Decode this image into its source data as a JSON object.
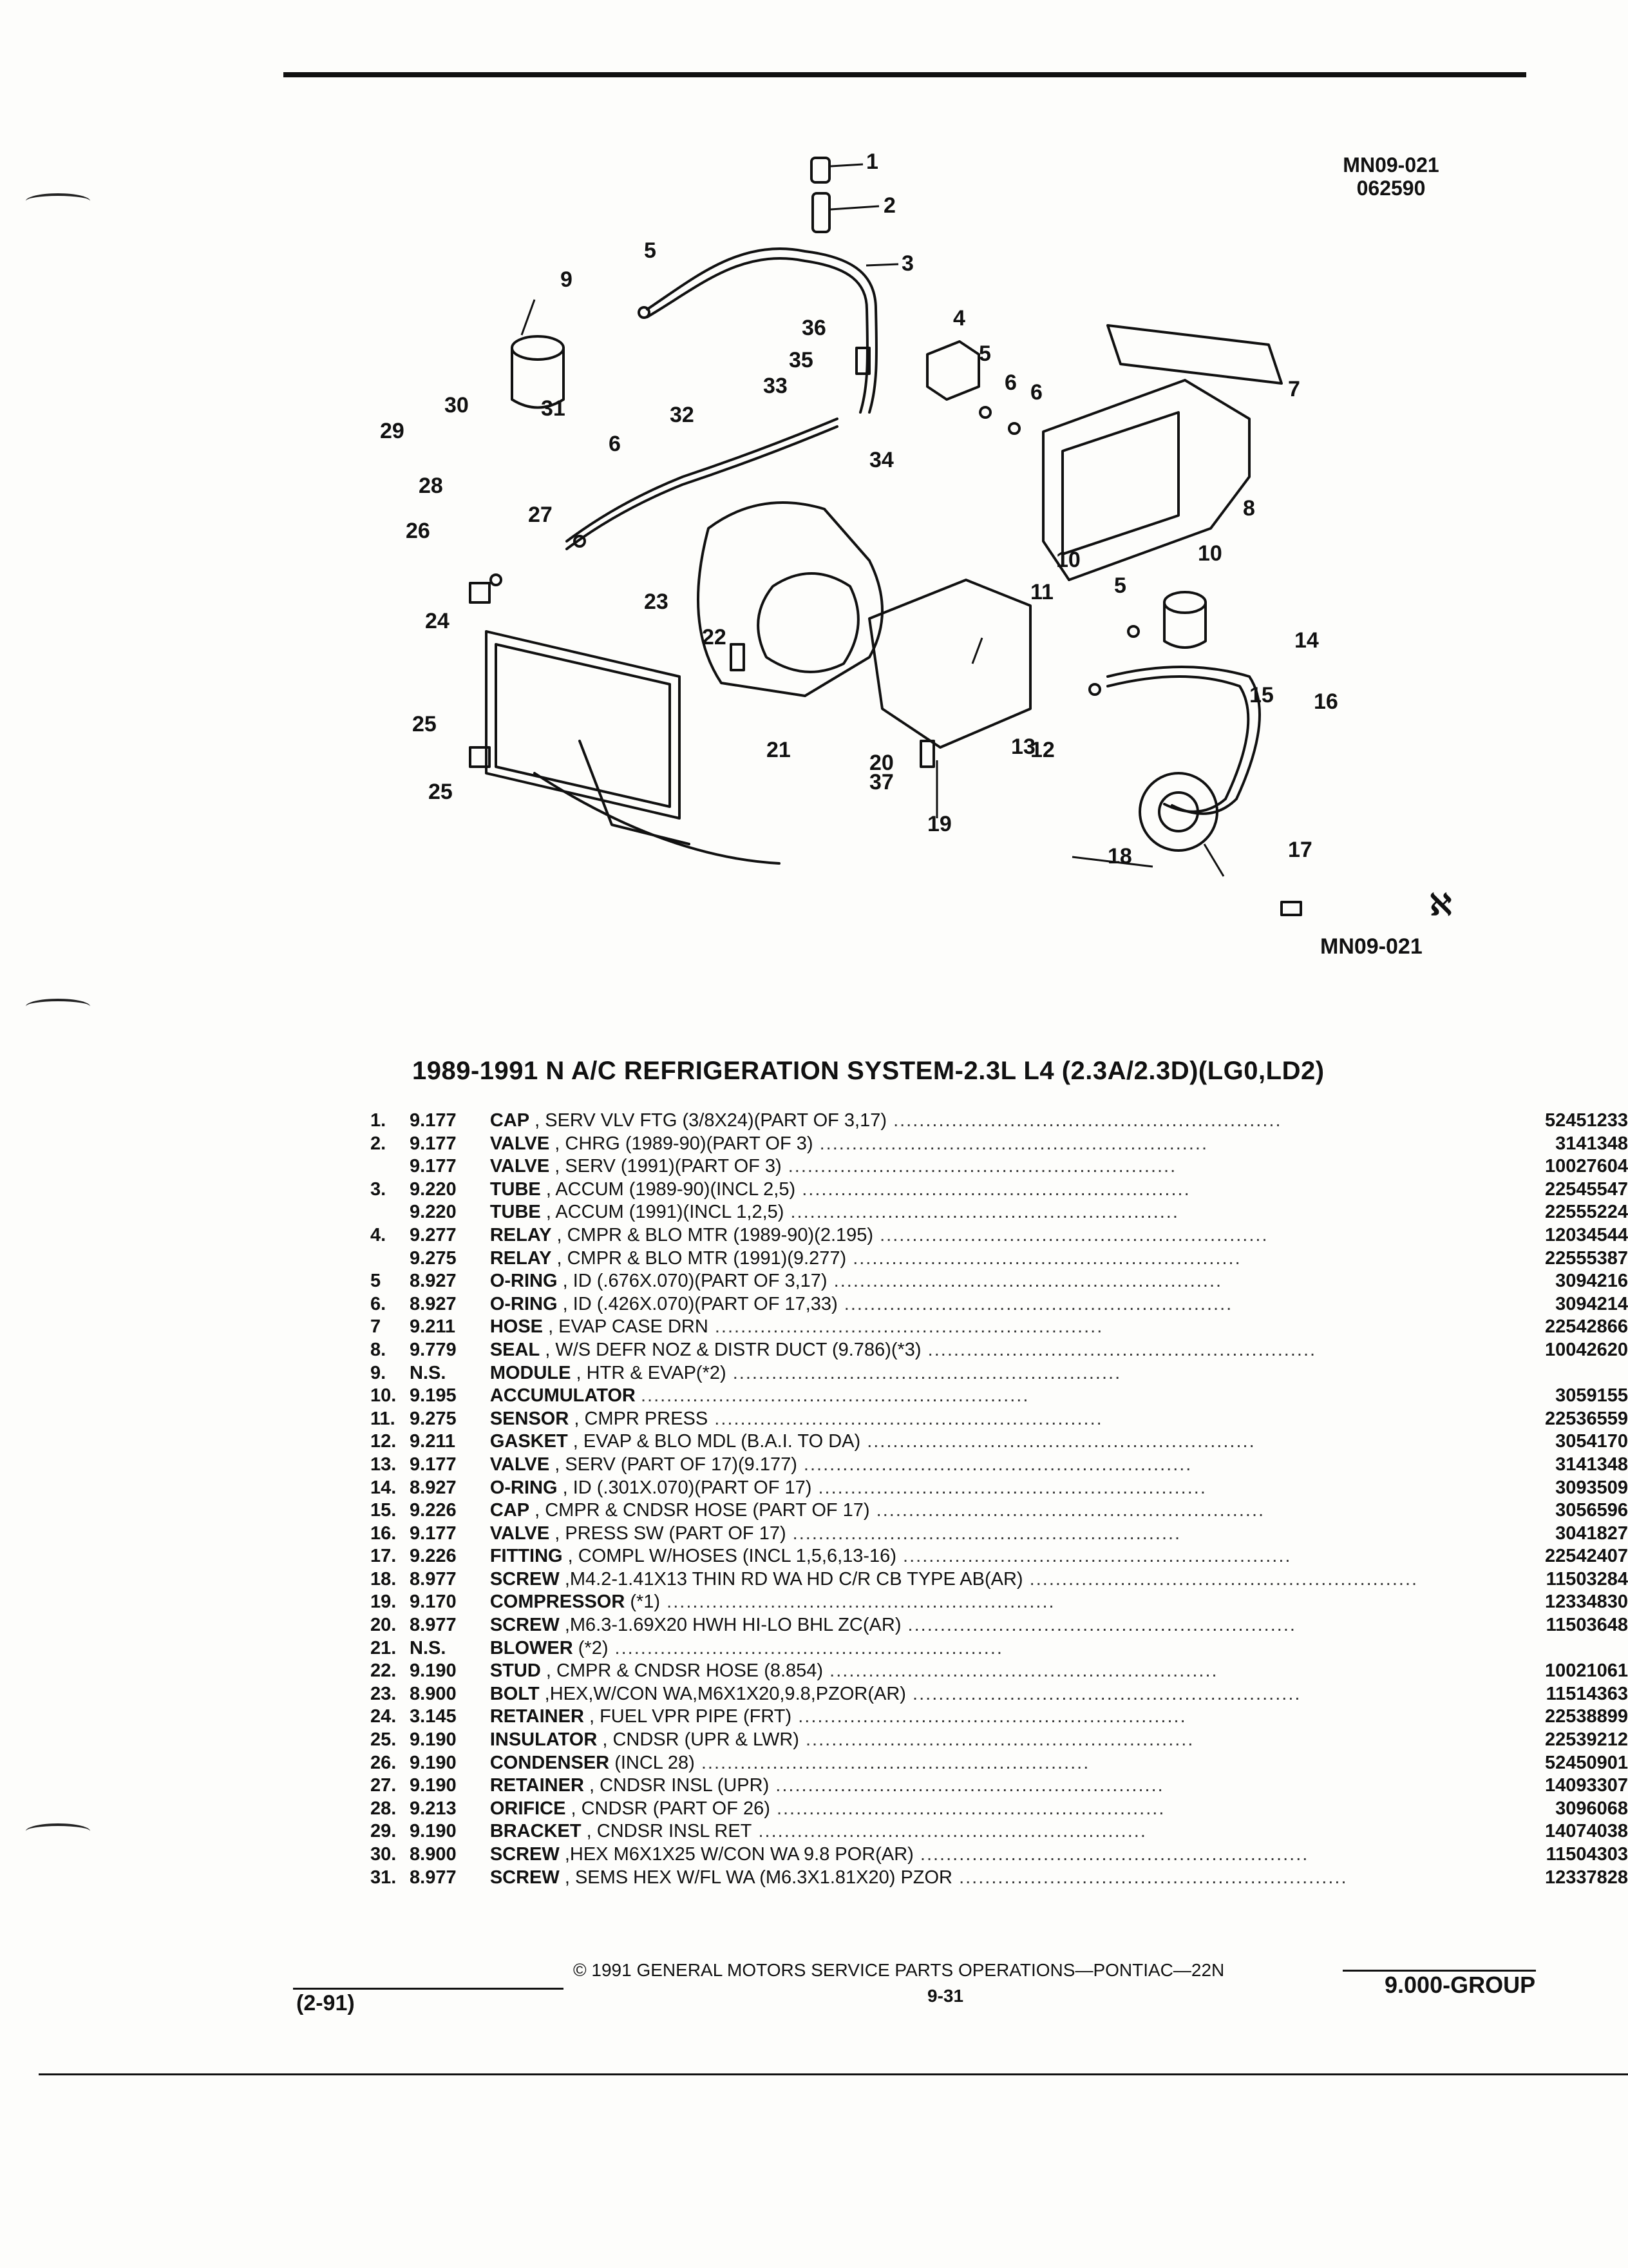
{
  "header": {
    "figure_code": "MN09-021",
    "figure_date": "062590"
  },
  "diagram": {
    "callouts": [
      "1",
      "2",
      "3",
      "4",
      "5",
      "5",
      "5",
      "6",
      "6",
      "6",
      "7",
      "8",
      "9",
      "10",
      "10",
      "11",
      "12",
      "13",
      "14",
      "15",
      "16",
      "17",
      "18",
      "19",
      "20",
      "21",
      "22",
      "23",
      "24",
      "25",
      "25",
      "26",
      "27",
      "28",
      "29",
      "30",
      "31",
      "32",
      "33",
      "34",
      "35",
      "36",
      "37",
      "1"
    ],
    "figure_label": "MN09-021"
  },
  "title": "1989-1991 N A/C REFRIGERATION SYSTEM-2.3L L4 (2.3A/2.3D)(LG0,LD2)",
  "parts": [
    {
      "num": "1.",
      "group": "9.177",
      "name": "CAP",
      "desc": ", SERV VLV FTG (3/8X24)(PART OF 3,17)",
      "pn": "52451233"
    },
    {
      "num": "2.",
      "group": "9.177",
      "name": "VALVE",
      "desc": ", CHRG (1989-90)(PART OF 3)",
      "pn": "3141348"
    },
    {
      "num": "",
      "group": "9.177",
      "name": "VALVE",
      "desc": ", SERV (1991)(PART OF 3)",
      "pn": "10027604"
    },
    {
      "num": "3.",
      "group": "9.220",
      "name": "TUBE",
      "desc": ", ACCUM (1989-90)(INCL 2,5)",
      "pn": "22545547"
    },
    {
      "num": "",
      "group": "9.220",
      "name": "TUBE",
      "desc": ", ACCUM (1991)(INCL 1,2,5)",
      "pn": "22555224"
    },
    {
      "num": "4.",
      "group": "9.277",
      "name": "RELAY",
      "desc": ", CMPR & BLO MTR (1989-90)(2.195)",
      "pn": "12034544"
    },
    {
      "num": "",
      "group": "9.275",
      "name": "RELAY",
      "desc": ", CMPR & BLO MTR (1991)(9.277)",
      "pn": "22555387"
    },
    {
      "num": "5",
      "group": "8.927",
      "name": "O-RING",
      "desc": ", ID (.676X.070)(PART OF 3,17)",
      "pn": "3094216"
    },
    {
      "num": "6.",
      "group": "8.927",
      "name": "O-RING",
      "desc": ", ID (.426X.070)(PART OF 17,33)",
      "pn": "3094214"
    },
    {
      "num": "7",
      "group": "9.211",
      "name": "HOSE",
      "desc": ", EVAP CASE DRN",
      "pn": "22542866"
    },
    {
      "num": "8.",
      "group": "9.779",
      "name": "SEAL",
      "desc": ", W/S DEFR NOZ & DISTR DUCT (9.786)(*3)",
      "pn": "10042620"
    },
    {
      "num": "9.",
      "group": "N.S.",
      "name": "MODULE",
      "desc": ", HTR & EVAP(*2)",
      "pn": ""
    },
    {
      "num": "10.",
      "group": "9.195",
      "name": "ACCUMULATOR",
      "desc": "",
      "pn": "3059155"
    },
    {
      "num": "11.",
      "group": "9.275",
      "name": "SENSOR",
      "desc": ", CMPR PRESS",
      "pn": "22536559"
    },
    {
      "num": "12.",
      "group": "9.211",
      "name": "GASKET",
      "desc": ", EVAP & BLO MDL (B.A.I. TO DA)",
      "pn": "3054170"
    },
    {
      "num": "13.",
      "group": "9.177",
      "name": "VALVE",
      "desc": ", SERV (PART OF 17)(9.177)",
      "pn": "3141348"
    },
    {
      "num": "14.",
      "group": "8.927",
      "name": "O-RING",
      "desc": ", ID (.301X.070)(PART OF 17)",
      "pn": "3093509"
    },
    {
      "num": "15.",
      "group": "9.226",
      "name": "CAP",
      "desc": ", CMPR & CNDSR HOSE (PART OF 17)",
      "pn": "3056596"
    },
    {
      "num": "16.",
      "group": "9.177",
      "name": "VALVE",
      "desc": ", PRESS SW (PART OF 17)",
      "pn": "3041827"
    },
    {
      "num": "17.",
      "group": "9.226",
      "name": "FITTING",
      "desc": ", COMPL W/HOSES (INCL 1,5,6,13-16)",
      "pn": "22542407"
    },
    {
      "num": "18.",
      "group": "8.977",
      "name": "SCREW",
      "desc": ",M4.2-1.41X13 THIN RD WA HD C/R CB TYPE AB(AR)",
      "pn": "11503284"
    },
    {
      "num": "19.",
      "group": "9.170",
      "name": "COMPRESSOR",
      "desc": "(*1)",
      "pn": "12334830"
    },
    {
      "num": "20.",
      "group": "8.977",
      "name": "SCREW",
      "desc": ",M6.3-1.69X20 HWH HI-LO BHL ZC(AR)",
      "pn": "11503648"
    },
    {
      "num": "21.",
      "group": "N.S.",
      "name": "BLOWER",
      "desc": "(*2)",
      "pn": ""
    },
    {
      "num": "22.",
      "group": "9.190",
      "name": "STUD",
      "desc": ", CMPR & CNDSR HOSE (8.854)",
      "pn": "10021061"
    },
    {
      "num": "23.",
      "group": "8.900",
      "name": "BOLT",
      "desc": ",HEX,W/CON WA,M6X1X20,9.8,PZOR(AR)",
      "pn": "11514363"
    },
    {
      "num": "24.",
      "group": "3.145",
      "name": "RETAINER",
      "desc": ", FUEL VPR PIPE (FRT)",
      "pn": "22538899"
    },
    {
      "num": "25.",
      "group": "9.190",
      "name": "INSULATOR",
      "desc": ", CNDSR (UPR & LWR)",
      "pn": "22539212"
    },
    {
      "num": "26.",
      "group": "9.190",
      "name": "CONDENSER",
      "desc": "(INCL 28)",
      "pn": "52450901"
    },
    {
      "num": "27.",
      "group": "9.190",
      "name": "RETAINER",
      "desc": ", CNDSR INSL (UPR)",
      "pn": "14093307"
    },
    {
      "num": "28.",
      "group": "9.213",
      "name": "ORIFICE",
      "desc": ", CNDSR (PART OF 26)",
      "pn": "3096068"
    },
    {
      "num": "29.",
      "group": "9.190",
      "name": "BRACKET",
      "desc": ", CNDSR INSL RET",
      "pn": "14074038"
    },
    {
      "num": "30.",
      "group": "8.900",
      "name": "SCREW",
      "desc": ",HEX M6X1X25 W/CON WA 9.8 POR(AR)",
      "pn": "11504303"
    },
    {
      "num": "31.",
      "group": "8.977",
      "name": "SCREW",
      "desc": ", SEMS HEX W/FL WA (M6.3X1.81X20) PZOR",
      "pn": "12337828"
    }
  ],
  "footer": {
    "copyright": "© 1991 GENERAL MOTORS SERVICE PARTS OPERATIONS—PONTIAC—22N",
    "page": "9-31",
    "date": "(2-91)",
    "group": "9.000-GROUP"
  }
}
